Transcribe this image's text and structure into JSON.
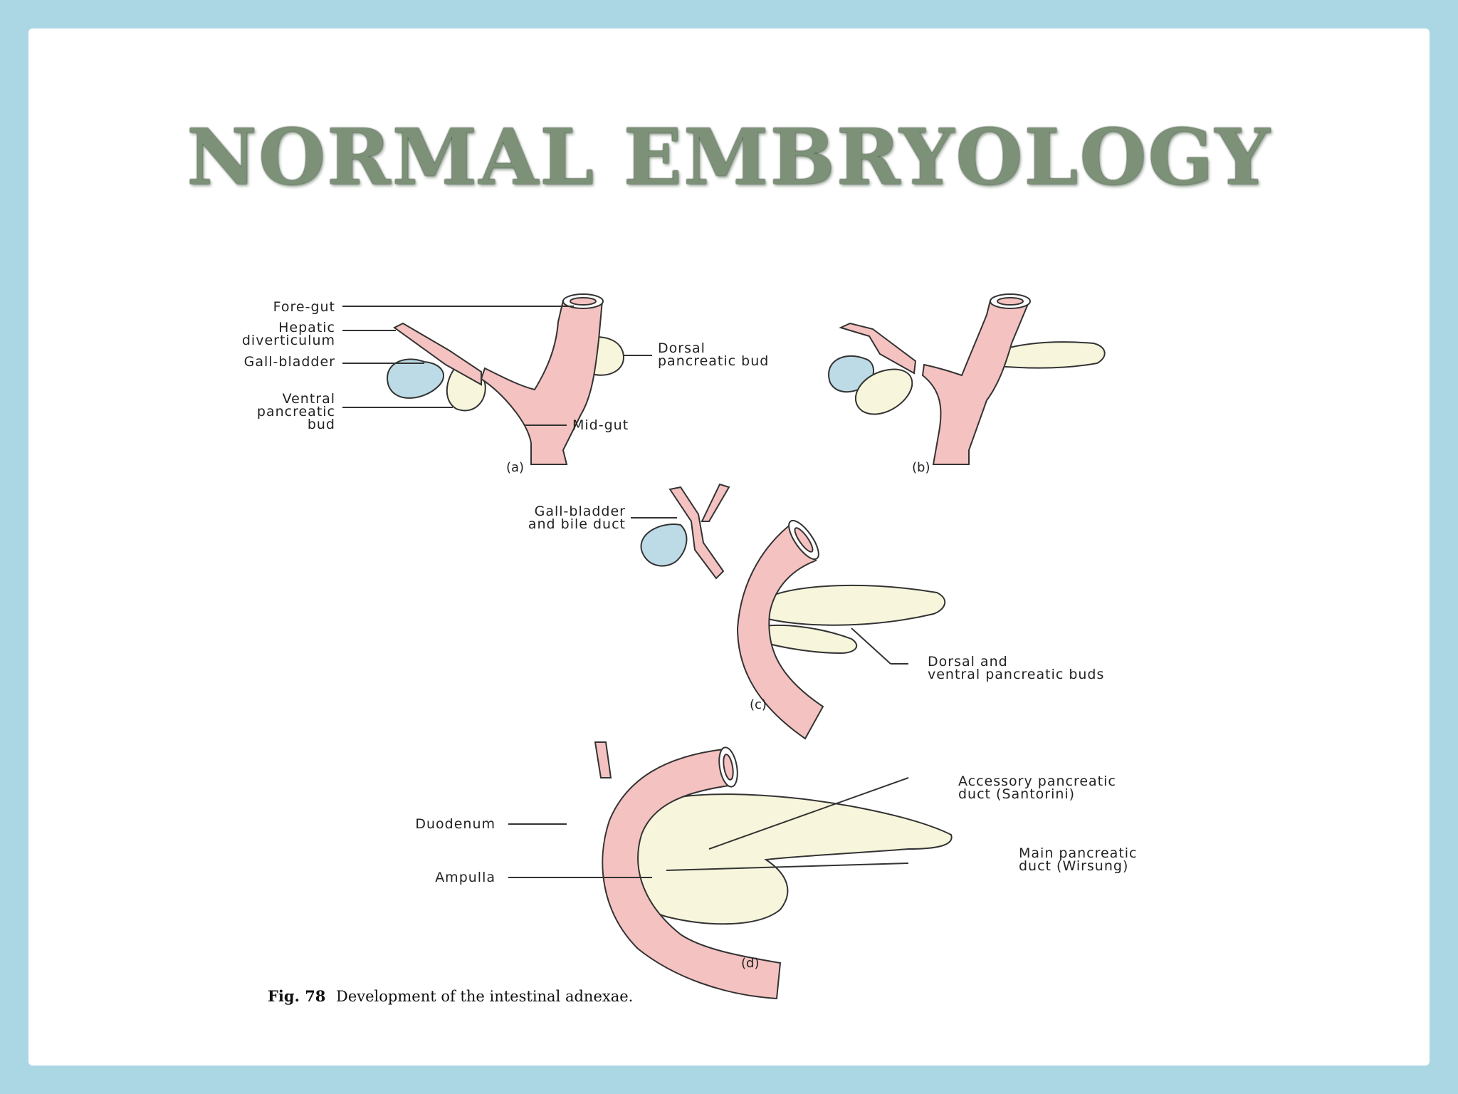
{
  "title": "NORMAL EMBRYOLOGY",
  "colors": {
    "frame": "#8fcadb",
    "gut": "#f4c2c0",
    "gall_bladder": "#bcdbe6",
    "pancreas": "#f7f6dc",
    "title": "#7c9177"
  },
  "panels": {
    "a": {
      "label": "(a)",
      "fore_gut": "Fore-gut",
      "hepatic_1": "Hepatic",
      "hepatic_2": "diverticulum",
      "gall_bladder": "Gall-bladder",
      "ventral_1": "Ventral",
      "ventral_2": "pancreatic",
      "ventral_3": "bud",
      "dorsal_1": "Dorsal",
      "dorsal_2": "pancreatic bud",
      "mid_gut": "Mid-gut"
    },
    "b": {
      "label": "(b)"
    },
    "c": {
      "label": "(c)",
      "gb_1": "Gall-bladder",
      "gb_2": "and bile duct",
      "buds_1": "Dorsal and",
      "buds_2": "ventral pancreatic buds"
    },
    "d": {
      "label": "(d)",
      "duodenum": "Duodenum",
      "ampulla": "Ampulla",
      "acc_1": "Accessory pancreatic",
      "acc_2": "duct (Santorini)",
      "main_1": "Main pancreatic",
      "main_2": "duct (Wirsung)"
    }
  },
  "caption": {
    "bold": "Fig. 78",
    "text": "Development of the intestinal adnexae."
  }
}
